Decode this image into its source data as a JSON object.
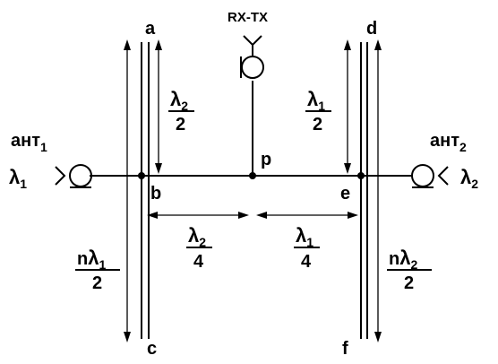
{
  "points": {
    "a": "a",
    "b": "b",
    "c": "c",
    "d": "d",
    "e": "e",
    "f": "f",
    "p": "p"
  },
  "rxtx": "RX-TX",
  "antenna1": {
    "name": "ант",
    "index": "1",
    "lambda": "λ",
    "lambda_index": "1"
  },
  "antenna2": {
    "name": "ант",
    "index": "2",
    "lambda": "λ",
    "lambda_index": "2"
  },
  "fractions": {
    "ab": {
      "num_lambda": "λ",
      "num_index": "2",
      "den": "2"
    },
    "de": {
      "num_lambda": "λ",
      "num_index": "1",
      "den": "2"
    },
    "bp": {
      "num_lambda": "λ",
      "num_index": "2",
      "den": "4"
    },
    "pe": {
      "num_lambda": "λ",
      "num_index": "1",
      "den": "4"
    },
    "bc": {
      "num_prefix": "n",
      "num_lambda": "λ",
      "num_index": "1",
      "den": "2"
    },
    "ef": {
      "num_prefix": "n",
      "num_lambda": "λ",
      "num_index": "2",
      "den": "2"
    }
  }
}
